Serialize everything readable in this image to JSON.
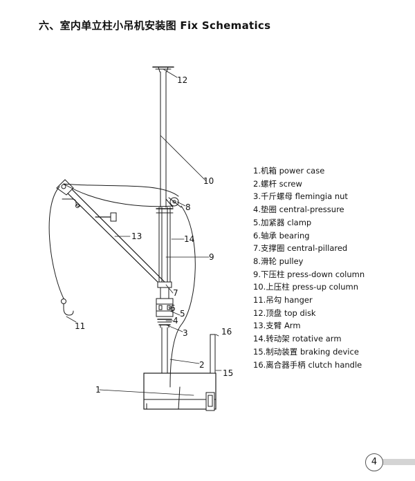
{
  "page": {
    "title": "六、室内单立柱小吊机安装图 Fix Schematics",
    "page_number": "4"
  },
  "legend": [
    "1.机箱 power case",
    "2.螺杆 screw",
    "3.千斤螺母 flemingia nut",
    "4.垫圈 central-pressure",
    "5.加紧器 clamp",
    "6.轴承 bearing",
    "7.支撑圈 central-pillared",
    "8.滑轮 pulley",
    "9.下压柱 press-down column",
    "10.上压柱 press-up column",
    "11.吊勾 hanger",
    "12.顶盘 top disk",
    "13.支臂 Arm",
    "14.转动架 rotative arm",
    "15.制动装置 braking device",
    "16.离合器手柄 clutch handle"
  ],
  "callouts": {
    "n1": "1",
    "n2": "2",
    "n3": "3",
    "n4": "4",
    "n5": "5",
    "n6": "6",
    "n7": "7",
    "n8": "8",
    "n9": "9",
    "n10": "10",
    "n11": "11",
    "n12": "12",
    "n13": "13",
    "n14": "14",
    "n15": "15",
    "n16": "16"
  },
  "colors": {
    "line": "#1a1a1a",
    "footer_bar": "#d4d4d4"
  }
}
